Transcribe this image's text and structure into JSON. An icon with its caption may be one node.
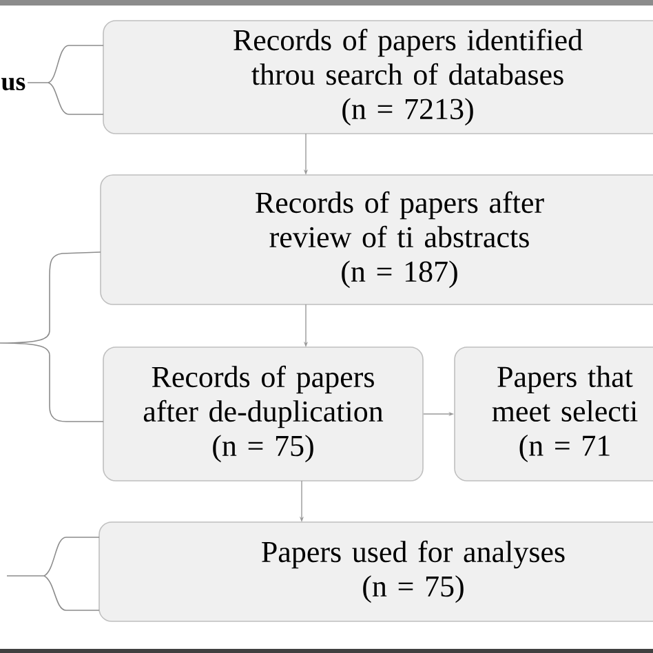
{
  "diagram": {
    "nodes": [
      {
        "text": [
          "Records of papers identified throu search of databases",
          "(n = 7213)"
        ]
      },
      {
        "text": [
          "Records of papers after review of ti abstracts",
          "(n = 187)"
        ]
      },
      {
        "text": [
          "Records of papers after de-duplication",
          "(n = 75)"
        ]
      },
      {
        "text": [
          "Papers that meet selecti",
          "(n = 71"
        ]
      },
      {
        "text": [
          "Papers used for analyses",
          "(n = 75)"
        ]
      }
    ],
    "edges": [
      {
        "from": 0,
        "to": 1,
        "arrow": "to"
      },
      {
        "from": 1,
        "to": 2,
        "arrow": "to"
      },
      {
        "from": 2,
        "to": 3,
        "arrow": "to"
      },
      {
        "from": 2,
        "to": 4,
        "arrow": "to"
      }
    ],
    "labels": [
      "us"
    ]
  }
}
